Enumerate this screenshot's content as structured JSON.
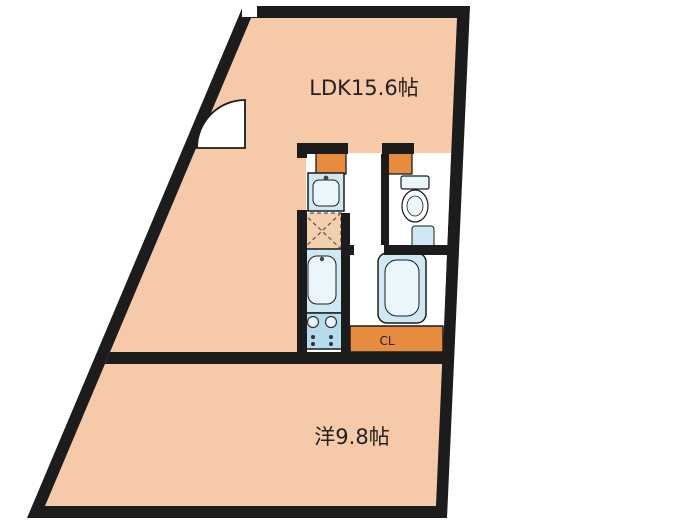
{
  "floorplan": {
    "rooms": {
      "ldk": {
        "label": "LDK15.6帖"
      },
      "western": {
        "label": "洋9.8帖"
      },
      "closet": {
        "label": "CL"
      }
    },
    "colors": {
      "wall": "#1c1c1c",
      "floor": "#f6c9a8",
      "core_floor": "#ffffff",
      "fixture": "#cfe9f4",
      "fixture_inner": "#eaf6fb",
      "fixture_dark": "#b5dcec",
      "storage_orange": "#e78c3f",
      "hatch_fill": "#f3cfae",
      "background": "#ffffff"
    }
  }
}
